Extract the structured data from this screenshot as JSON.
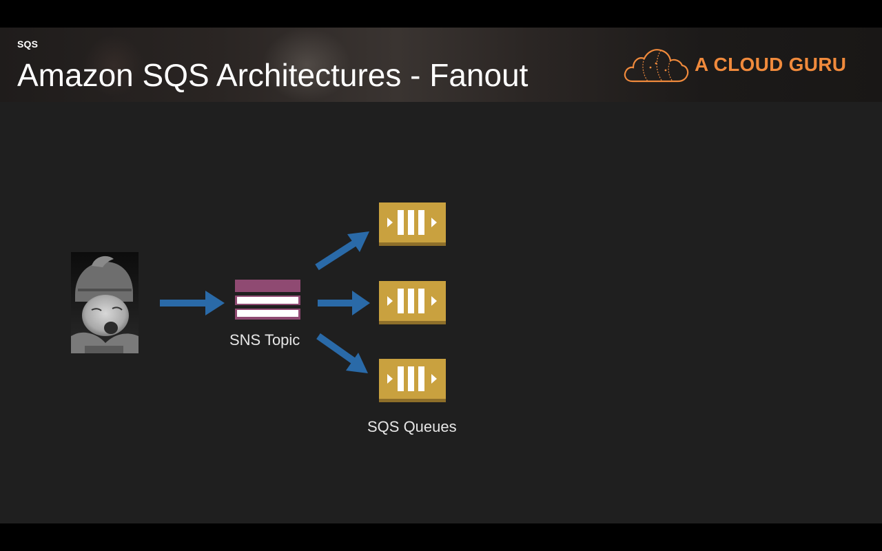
{
  "header": {
    "section_tag": "SQS",
    "title": "Amazon SQS Architectures - Fanout",
    "brand": "A CLOUD GURU"
  },
  "diagram": {
    "publisher_icon": "baby-photo",
    "topic_label": "SNS Topic",
    "queues_label": "SQS Queues",
    "queue_count": 3
  },
  "colors": {
    "arrow": "#2a6aa8",
    "queue": "#c9a13f",
    "queue_shadow": "#8e6f2a",
    "sns": "#8f4a72",
    "brand": "#f08a3c",
    "background": "#1f1f1f"
  }
}
